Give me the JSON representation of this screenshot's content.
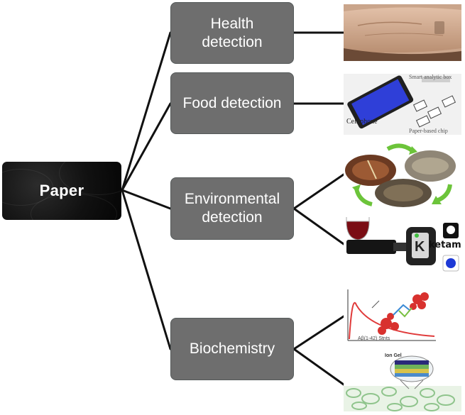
{
  "root": {
    "label": "Paper"
  },
  "categories": [
    {
      "label_lines": [
        "Health",
        "detection"
      ]
    },
    {
      "label_lines": [
        "Food detection"
      ]
    },
    {
      "label_lines": [
        "Environmental",
        "detection"
      ]
    },
    {
      "label_lines": [
        "Biochemistry"
      ]
    }
  ],
  "images": {
    "health": {
      "description_icon": "wrist-icon"
    },
    "food": {
      "caption_top": "Smart analytic box",
      "caption_left": "Cell phone",
      "caption_bottom": "Paper-based chip"
    },
    "environment_2": {
      "text": "ketamine"
    },
    "biochem_1": {
      "axis_label": "Aβ(1-42) Stnts"
    },
    "biochem_2": {
      "label": "Ion Gel"
    }
  }
}
